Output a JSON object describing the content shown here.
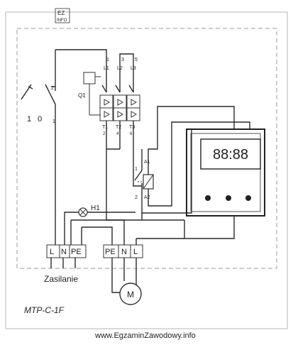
{
  "logo": {
    "top": "EZ",
    "bottom": "INFO"
  },
  "switch": {
    "pos_1": "1",
    "pos_0": "0",
    "pin_top": "2",
    "pin_bottom": "1"
  },
  "breaker": {
    "name": "Q1",
    "top_pins": [
      "1",
      "3",
      "5"
    ],
    "top_labels": [
      "L1",
      "L2",
      "L3"
    ],
    "bottom_labels": [
      "T1",
      "T2",
      "T3"
    ],
    "bottom_pins": [
      "2",
      "4",
      "6"
    ]
  },
  "relay": {
    "a1": "A1",
    "a2": "A2",
    "contact_top": "1",
    "contact_bottom": "2"
  },
  "controller": {
    "display": "88:88"
  },
  "lamp": {
    "name": "H1"
  },
  "terminals_left": [
    "L",
    "N",
    "PE"
  ],
  "terminals_right": [
    "PE",
    "N",
    "L"
  ],
  "supply_label": "Zasilanie",
  "motor_label": "M",
  "model": "MTP-C-1F",
  "watermark": "www.EgzaminZawodowy.info"
}
